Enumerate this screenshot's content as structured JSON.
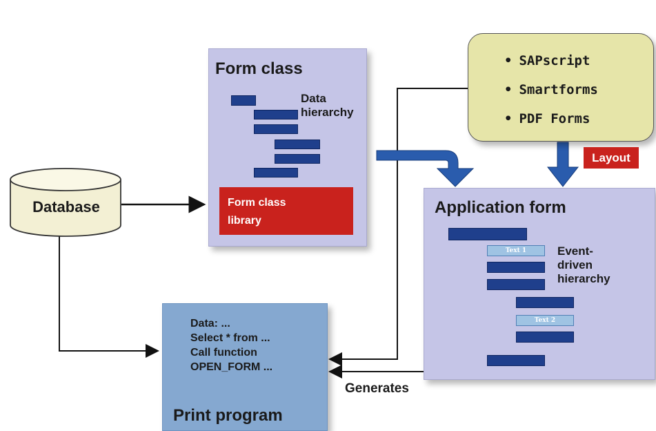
{
  "database": {
    "label": "Database"
  },
  "form_class": {
    "title": "Form class",
    "hierarchy_label": "Data\nhierarchy",
    "library_label": "Form class\nlibrary"
  },
  "layout_tools": {
    "items": [
      "SAPscript",
      "Smartforms",
      "PDF Forms"
    ],
    "badge": "Layout"
  },
  "application_form": {
    "title": "Application form",
    "text1": "Text 1",
    "text2": "Text 2",
    "hierarchy_label": "Event-\ndriven\nhierarchy"
  },
  "print_program": {
    "code_lines": [
      "Data: ...",
      "Select * from ...",
      "Call function",
      "OPEN_FORM ..."
    ],
    "title": "Print program"
  },
  "arrows": {
    "generates_label": "Generates"
  },
  "colors": {
    "box_lavender": "#c5c5e7",
    "box_blue": "#85a8d0",
    "box_yellow": "#e6e5a9",
    "bar_navy": "#1f3f8c",
    "red": "#c9221d",
    "arrow_blue": "#2a5cad"
  }
}
